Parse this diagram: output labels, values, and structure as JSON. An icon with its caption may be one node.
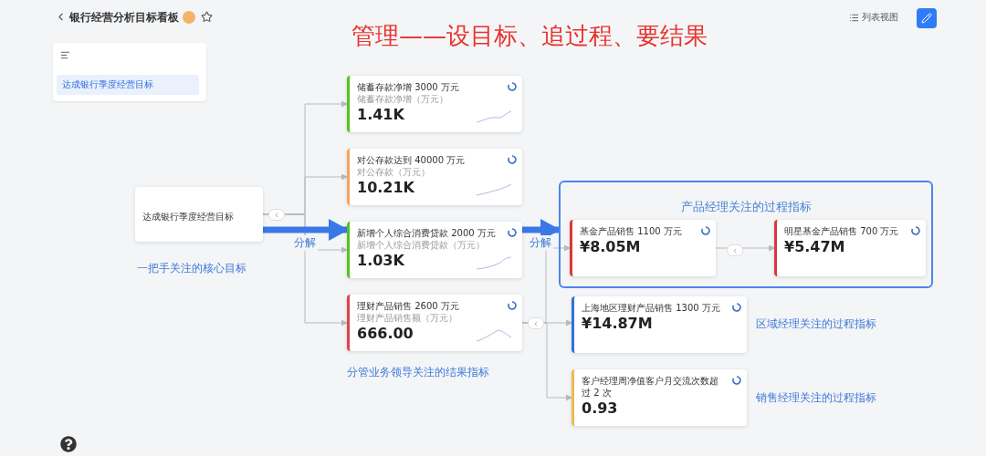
{
  "diagram": {
    "title": "管理——设目标、追过程、要结果",
    "nodes": [
      {
        "text": [
          "达成银行季度经营目标"
        ],
        "beside": [
          "一把手关注的核心目标"
        ]
      },
      {
        "text": [
          "储蓄存款净增 3000 万元",
          "储蓄存款净增（万元）",
          "1.41K"
        ]
      },
      {
        "text": [
          "对公存款达到 40000 万元",
          "对公存款（万元）",
          "10.21K"
        ]
      },
      {
        "text": [
          "新增个人综合消费贷款 2000 万元",
          "新增个人综合消费贷款（万元）",
          "1.03K"
        ]
      },
      {
        "text": [
          "理财产品销售 2600 万元",
          "理财产品销售额（万元）",
          "666.00"
        ],
        "beside": [
          "分管业务领导关注的结果指标"
        ]
      },
      {
        "text": [
          "产品经理关注的过程指标"
        ]
      },
      {
        "text": [
          "基金产品销售 1100 万元",
          "¥8.05M"
        ],
        "in": 5
      },
      {
        "text": [
          "明星基金产品销售 700 万元",
          "¥5.47M"
        ],
        "in": 5
      },
      {
        "text": [
          "上海地区理财产品销售 1300 万元",
          "¥14.87M"
        ],
        "beside": [
          "区域经理关注的过程指标"
        ]
      },
      {
        "text": [
          "客户经理周净值客户月交流次数超过 2 次",
          "0.93"
        ],
        "beside": [
          "销售经理关注的过程指标"
        ]
      }
    ],
    "edges": [
      {
        "from": 0,
        "to": 1,
        "arrow": "to"
      },
      {
        "from": 0,
        "to": 2,
        "arrow": "to"
      },
      {
        "from": 0,
        "to": 3,
        "arrow": "to"
      },
      {
        "from": 0,
        "to": 4,
        "arrow": "to"
      },
      {
        "from": 4,
        "to": 6,
        "arrow": "to"
      },
      {
        "from": 4,
        "to": 8,
        "arrow": "to"
      },
      {
        "from": 4,
        "to": 9,
        "arrow": "to"
      },
      {
        "from": 6,
        "to": 7,
        "arrow": "to"
      },
      {
        "from": 0,
        "to": 3,
        "arrow": "to",
        "label": "分解",
        "style": "thick",
        "color": "#3b78e7"
      },
      {
        "from": 3,
        "to": 5,
        "arrow": "to",
        "label": "分解",
        "style": "thick",
        "color": "#3b78e7"
      }
    ],
    "labels": [
      "银行经营分析目标看板",
      "列表视图",
      "达成银行季度经营目标"
    ]
  }
}
